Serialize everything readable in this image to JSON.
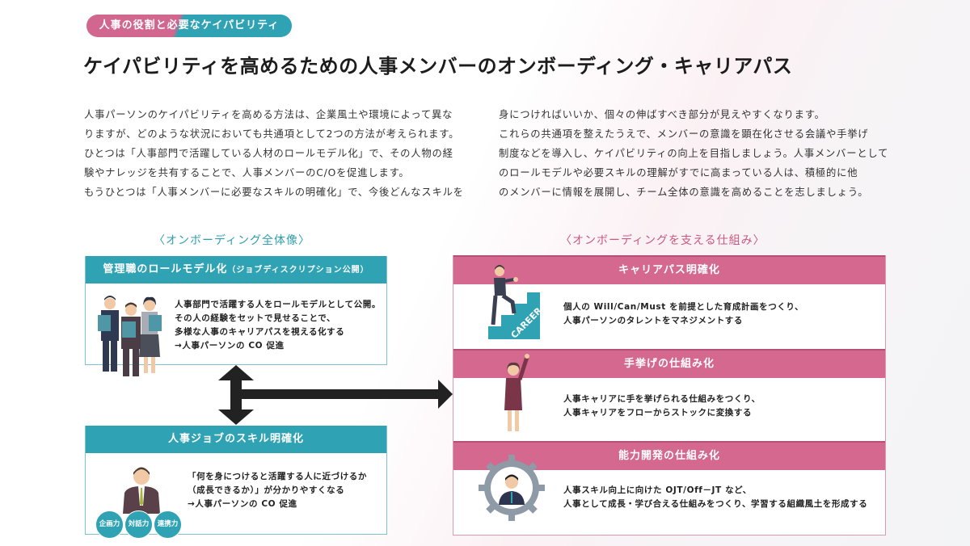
{
  "tag_label": "人事の役割と必要なケイパビリティ",
  "title": "ケイパビリティを高めるための人事メンバーのオンボーディング・キャリアパス",
  "intro_left": [
    "人事パーソンのケイパビリティを高める方法は、企業風土や環境によって異な",
    "りますが、どのような状況においても共通項として2つの方法が考えられます。",
    "ひとつは「人事部門で活躍している人材のロールモデル化」で、その人物の経",
    "験やナレッジを共有することで、人事メンバーのC/Oを促進します。",
    "もうひとつは「人事メンバーに必要なスキルの明確化」で、今後どんなスキルを"
  ],
  "intro_right": [
    "身につければいいか、個々の伸ばすべき部分が見えやすくなります。",
    "これらの共通項を整えたうえで、メンバーの意識を顕在化させる会議や手挙げ",
    "制度などを導入し、ケイパビリティの向上を目指しましょう。人事メンバーとして",
    "のロールモデルや必要スキルの理解がすでに高まっている人は、積極的に他",
    "のメンバーに情報を展開し、チーム全体の意識を高めることを志しましょう。"
  ],
  "onboarding": {
    "heading": "〈オンボーディング全体像〉",
    "role_model": {
      "title": "管理職のロールモデル化",
      "subtitle": "（ジョブディスクリプション公開）",
      "lines": [
        "人事部門で活躍する人をロールモデルとして公開。",
        "その人の経験をセットで見せることで、",
        "多様な人事のキャリアパスを視える化する",
        "→人事パーソンの CO 促進"
      ]
    },
    "skills": {
      "title": "人事ジョブのスキル明確化",
      "lines": [
        "「何を身につけると活躍する人に近づけるか",
        "（成長できるか）」が分かりやすくなる",
        "→人事パーソンの CO 促進"
      ],
      "badges": [
        "企画力",
        "対話力",
        "連携力"
      ]
    }
  },
  "mechanisms": {
    "heading": "〈オンボーディングを支える仕組み〉",
    "items": [
      {
        "title": "キャリアパス明確化",
        "lines": [
          "個人の Will/Can/Must を前提とした育成計画をつくり、",
          "人事パーソンのタレントをマネジメントする"
        ],
        "illustration_label": "CAREER"
      },
      {
        "title": "手挙げの仕組み化",
        "lines": [
          "人事キャリアに手を挙げられる仕組みをつくり、",
          "人事キャリアをフローからストックに変換する"
        ]
      },
      {
        "title": "能力開発の仕組み化",
        "lines": [
          "人事スキル向上に向けた OJT/Off－JT など、",
          "人事として成長・学び合える仕組みをつくり、学習する組織風土を形成する"
        ]
      }
    ]
  },
  "colors": {
    "teal": "#2fa3b3",
    "pink": "#d4688f",
    "arrow": "#222222"
  }
}
